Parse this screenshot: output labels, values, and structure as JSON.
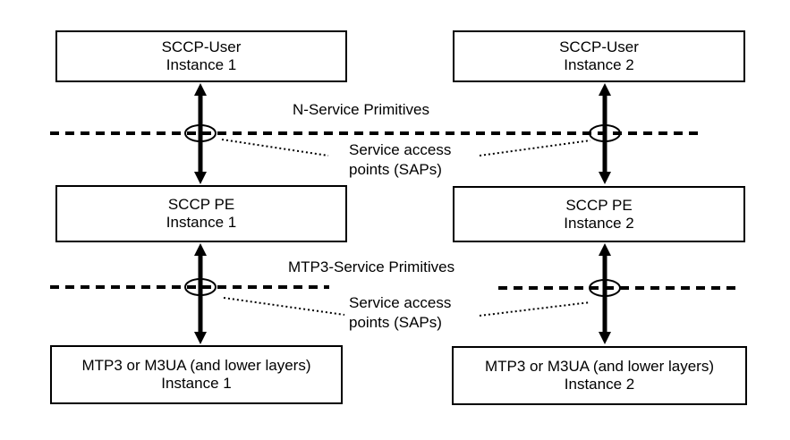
{
  "diagram": {
    "boxes": [
      {
        "line1": "SCCP-User",
        "line2": "Instance 1"
      },
      {
        "line1": "SCCP-User",
        "line2": "Instance 2"
      },
      {
        "line1": "SCCP PE",
        "line2": "Instance 1"
      },
      {
        "line1": "SCCP PE",
        "line2": "Instance 2"
      },
      {
        "line1": "MTP3 or M3UA (and lower layers)",
        "line2": "Instance 1"
      },
      {
        "line1": "MTP3 or M3UA (and lower layers)",
        "line2": "Instance 2"
      }
    ],
    "labels": {
      "n_service_primitives": "N-Service Primitives",
      "service_access_points_top": "Service access points (SAPs)",
      "mtp3_service_primitives": "MTP3-Service Primitives",
      "service_access_points_bottom": "Service access points (SAPs)"
    },
    "icons": {
      "sap_marker": "sap-ellipse",
      "interface_arrow": "double-headed-arrow"
    },
    "colors": {
      "foreground": "#000000",
      "background": "#ffffff"
    }
  }
}
